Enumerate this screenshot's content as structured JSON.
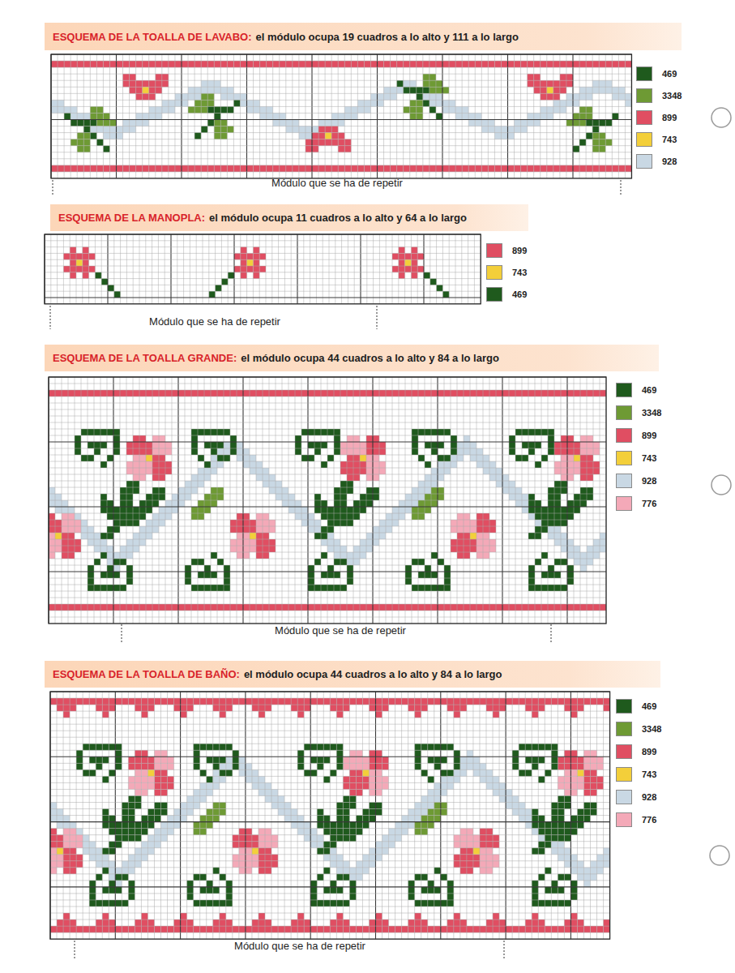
{
  "diagram": {
    "nodes": [
      {
        "text": [
          "ESQUEMA DE LA TOALLA DE LAVABO:",
          "el módulo ocupa 19 cuadros a lo alto y 111 a lo largo"
        ]
      },
      {
        "text": [
          "ESQUEMA DE LA MANOPLA:",
          "el módulo ocupa 11 cuadros a lo alto y 64 a lo largo"
        ]
      },
      {
        "text": [
          "ESQUEMA DE LA TOALLA GRANDE:",
          "el módulo ocupa 44 cuadros a lo alto y 84 a lo largo"
        ]
      },
      {
        "text": [
          "ESQUEMA DE LA TOALLA DE BAÑO:",
          "el módulo ocupa 44 cuadros a lo alto y 84 a lo largo"
        ]
      }
    ],
    "labels": [
      "Módulo que se ha de repetir",
      "Módulo que se ha de repetir",
      "Módulo que se ha de repetir",
      "Módulo que se ha de repetir"
    ],
    "legend": [
      {
        "text": "469",
        "color": "#1f5a1d"
      },
      {
        "text": "3348",
        "color": "#6e9a34"
      },
      {
        "text": "899",
        "color": "#e04e62"
      },
      {
        "text": "743",
        "color": "#f3cf3a"
      },
      {
        "text": "928",
        "color": "#c9d8e4"
      },
      {
        "text": "899",
        "color": "#e04e62"
      },
      {
        "text": "743",
        "color": "#f3cf3a"
      },
      {
        "text": "469",
        "color": "#1f5a1d"
      },
      {
        "text": "469",
        "color": "#1f5a1d"
      },
      {
        "text": "3348",
        "color": "#6e9a34"
      },
      {
        "text": "899",
        "color": "#e04e62"
      },
      {
        "text": "743",
        "color": "#f3cf3a"
      },
      {
        "text": "928",
        "color": "#c9d8e4"
      },
      {
        "text": "776",
        "color": "#f4a9b8"
      },
      {
        "text": "469",
        "color": "#1f5a1d"
      },
      {
        "text": "3348",
        "color": "#6e9a34"
      },
      {
        "text": "899",
        "color": "#e04e62"
      },
      {
        "text": "743",
        "color": "#f3cf3a"
      },
      {
        "text": "928",
        "color": "#c9d8e4"
      },
      {
        "text": "776",
        "color": "#f4a9b8"
      }
    ]
  }
}
